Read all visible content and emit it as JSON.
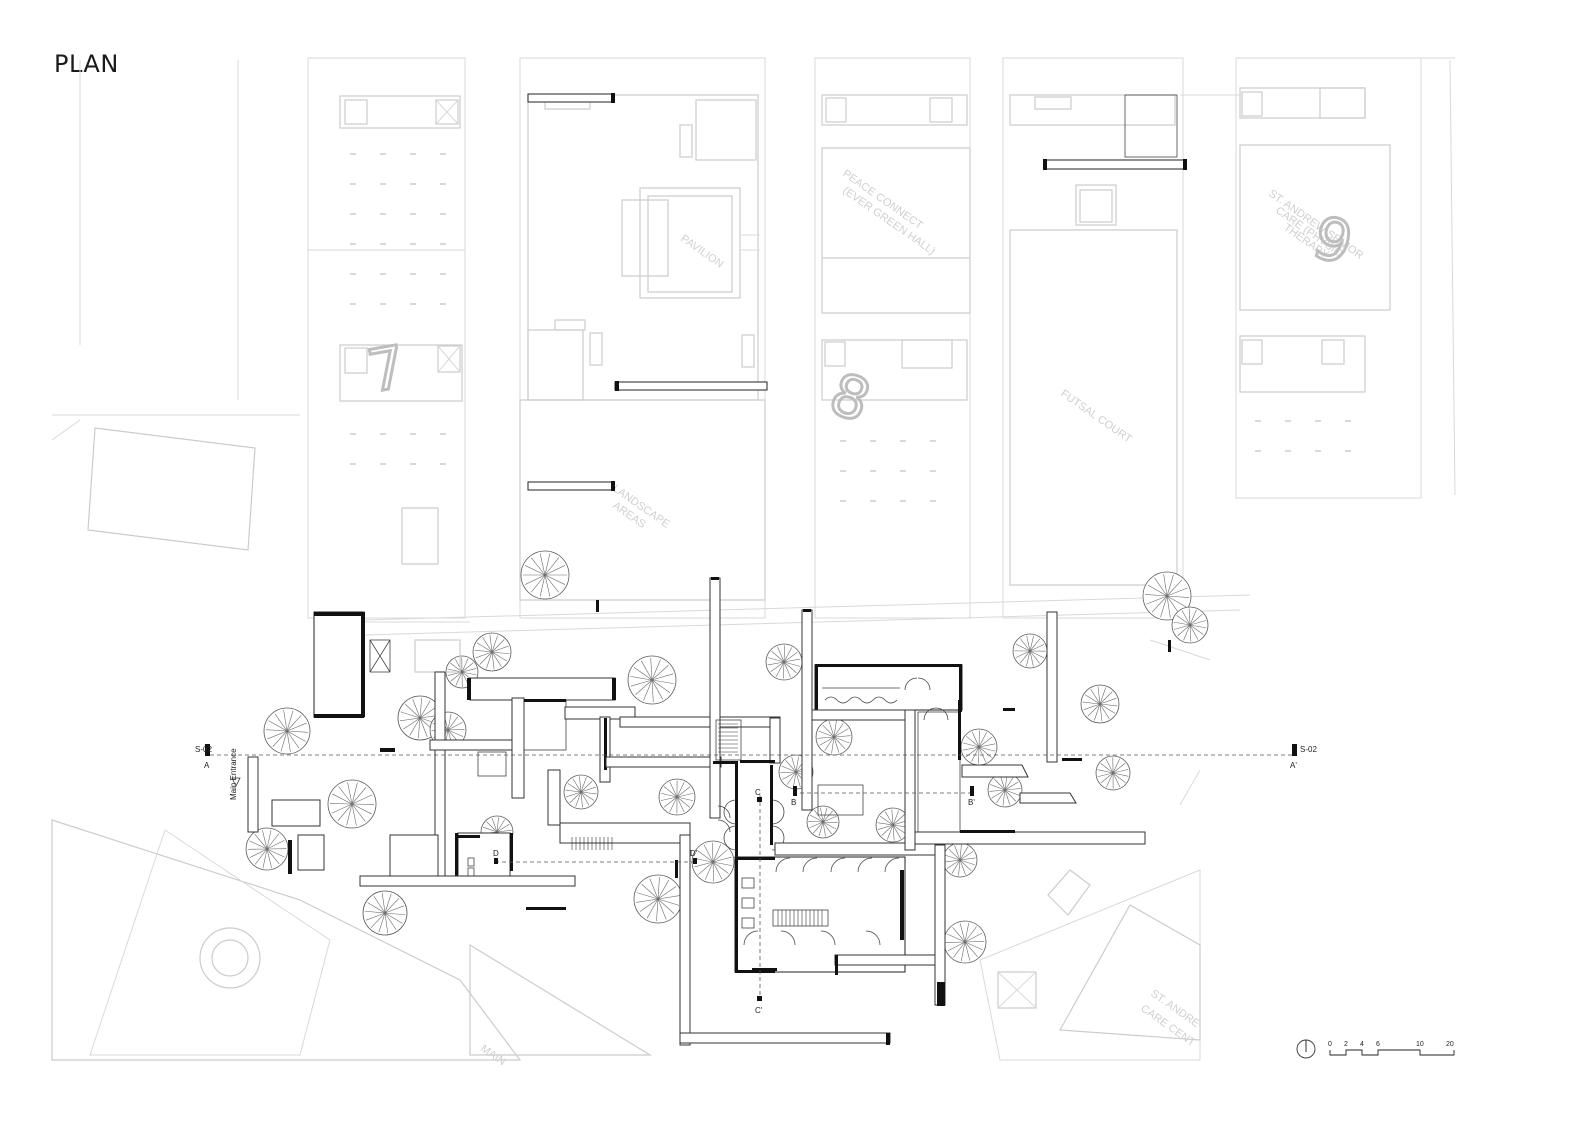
{
  "title": "PLAN",
  "context_labels": {
    "pavilion": "PAVILION",
    "peace_connect_1": "PEACE CONNECT",
    "peace_connect_2": "(EVER GREEN HALL)",
    "futsal": "FUTSAL COURT",
    "st_andrew_1": "ST. ANDREW SENIOR",
    "st_andrew_2": "CARE (PHYSIO",
    "st_andrew_3": "THERAPY",
    "landscape_1": "LANDSCAPE",
    "landscape_2": "AREAS",
    "st_andrew_bottom_1": "ST. ANDRE",
    "st_andrew_bottom_2": "CARE CENT",
    "block_bottom": "MAIN"
  },
  "block_numbers": {
    "block_7": "7",
    "block_8": "8",
    "block_9": "9"
  },
  "section_markers": {
    "a": "A",
    "a_prime": "A'",
    "b": "B",
    "b_prime": "B'",
    "c": "C",
    "c_prime": "C'",
    "d": "D",
    "d_prime": "D'",
    "a_ref": "S-02",
    "a_prime_ref": "S-02"
  },
  "entrance_label": "Main Entrance",
  "scale_bar": {
    "ticks": [
      "0",
      "2",
      "4",
      "6",
      "10",
      "20"
    ]
  },
  "colors": {
    "context_lines": "#d9d9d9",
    "walls": "#111111",
    "background": "#ffffff"
  }
}
